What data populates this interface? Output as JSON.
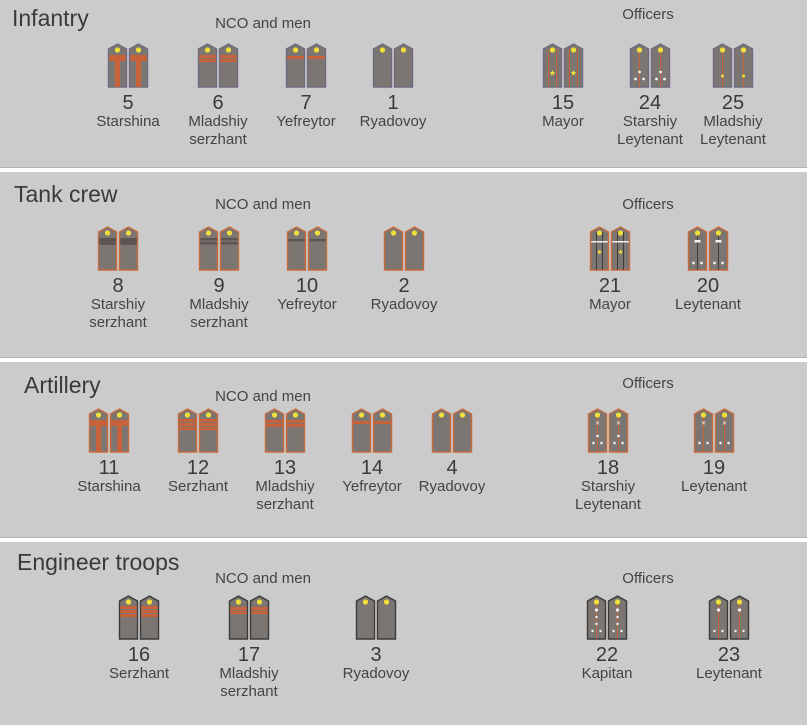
{
  "colors": {
    "panel_bg": "#cbcbcb",
    "board_fill": "#7c7672",
    "infantry_edge": "#6e6a80",
    "tank_edge": "#c76a3e",
    "artillery_edge": "#c76a3e",
    "engineer_edge": "#3a3a3a",
    "stripe": "#c8623a",
    "tank_stripe": "#5e5552",
    "button": "#f2e03a",
    "officer_pip": "#f2e03a",
    "white_pip": "#f2f2f2"
  },
  "panels": [
    {
      "title": "Infantry",
      "nco_label": "NCO and men",
      "officers_label": "Officers",
      "ranks": [
        {
          "num": "5",
          "name": [
            "Starshina"
          ],
          "style": "starshina",
          "edge": "infantry_edge",
          "group": "nco"
        },
        {
          "num": "6",
          "name": [
            "Mladshiy",
            "serzhant"
          ],
          "style": "two-stripes",
          "edge": "infantry_edge",
          "group": "nco"
        },
        {
          "num": "7",
          "name": [
            "Yefreytor"
          ],
          "style": "one-stripe",
          "edge": "infantry_edge",
          "group": "nco"
        },
        {
          "num": "1",
          "name": [
            "Ryadovoy"
          ],
          "style": "plain",
          "edge": "infantry_edge",
          "group": "nco"
        },
        {
          "num": "15",
          "name": [
            "Mayor"
          ],
          "style": "major",
          "edge": "infantry_edge",
          "group": "officers"
        },
        {
          "num": "24",
          "name": [
            "Starshiy",
            "Leytenant"
          ],
          "style": "snr-lt",
          "edge": "infantry_edge",
          "group": "officers"
        },
        {
          "num": "25",
          "name": [
            "Mladshiy",
            "Leytenant"
          ],
          "style": "jr-lt",
          "edge": "infantry_edge",
          "group": "officers"
        }
      ]
    },
    {
      "title": "Tank crew",
      "nco_label": "NCO and men",
      "officers_label": "Officers",
      "ranks": [
        {
          "num": "8",
          "name": [
            "Starshiy",
            "serzhant"
          ],
          "style": "tank-wide",
          "edge": "tank_edge",
          "group": "nco"
        },
        {
          "num": "9",
          "name": [
            "Mladshiy",
            "serzhant"
          ],
          "style": "tank-two",
          "edge": "tank_edge",
          "group": "nco"
        },
        {
          "num": "10",
          "name": [
            "Yefreytor"
          ],
          "style": "tank-one",
          "edge": "tank_edge",
          "group": "nco"
        },
        {
          "num": "2",
          "name": [
            "Ryadovoy"
          ],
          "style": "plain",
          "edge": "tank_edge",
          "group": "nco"
        },
        {
          "num": "21",
          "name": [
            "Mayor"
          ],
          "style": "tank-major",
          "edge": "tank_edge",
          "group": "officers"
        },
        {
          "num": "20",
          "name": [
            "Leytenant"
          ],
          "style": "tank-lt",
          "edge": "tank_edge",
          "group": "officers"
        }
      ]
    },
    {
      "title": "Artillery",
      "nco_label": "NCO and men",
      "officers_label": "Officers",
      "ranks": [
        {
          "num": "11",
          "name": [
            "Starshina"
          ],
          "style": "starshina",
          "edge": "artillery_edge",
          "group": "nco"
        },
        {
          "num": "12",
          "name": [
            "Serzhant"
          ],
          "style": "three-stripes",
          "edge": "artillery_edge",
          "group": "nco"
        },
        {
          "num": "13",
          "name": [
            "Mladshiy",
            "serzhant"
          ],
          "style": "two-stripes",
          "edge": "artillery_edge",
          "group": "nco"
        },
        {
          "num": "14",
          "name": [
            "Yefreytor"
          ],
          "style": "one-stripe",
          "edge": "artillery_edge",
          "group": "nco"
        },
        {
          "num": "4",
          "name": [
            "Ryadovoy"
          ],
          "style": "plain",
          "edge": "artillery_edge",
          "group": "nco"
        },
        {
          "num": "18",
          "name": [
            "Starshiy",
            "Leytenant"
          ],
          "style": "art-snr-lt",
          "edge": "artillery_edge",
          "group": "officers"
        },
        {
          "num": "19",
          "name": [
            "Leytenant"
          ],
          "style": "art-lt",
          "edge": "artillery_edge",
          "group": "officers"
        }
      ]
    },
    {
      "title": "Engineer troops",
      "nco_label": "NCO and men",
      "officers_label": "Officers",
      "ranks": [
        {
          "num": "16",
          "name": [
            "Serzhant"
          ],
          "style": "three-stripes",
          "edge": "engineer_edge",
          "group": "nco"
        },
        {
          "num": "17",
          "name": [
            "Mladshiy",
            "serzhant"
          ],
          "style": "two-stripes",
          "edge": "engineer_edge",
          "group": "nco"
        },
        {
          "num": "3",
          "name": [
            "Ryadovoy"
          ],
          "style": "plain",
          "edge": "engineer_edge",
          "group": "nco"
        },
        {
          "num": "22",
          "name": [
            "Kapitan"
          ],
          "style": "eng-kapitan",
          "edge": "engineer_edge",
          "group": "officers"
        },
        {
          "num": "23",
          "name": [
            "Leytenant"
          ],
          "style": "eng-lt",
          "edge": "engineer_edge",
          "group": "officers"
        }
      ]
    }
  ]
}
